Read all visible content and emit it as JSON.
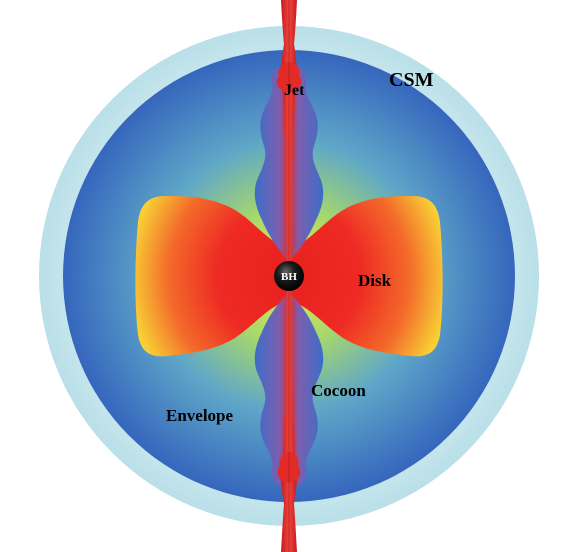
{
  "labels": {
    "csm": "CSM",
    "jet": "Jet",
    "disk": "Disk",
    "bh": "BH",
    "cocoon": "Cocoon",
    "envelope": "Envelope"
  },
  "colors": {
    "csm": "#cde9ef",
    "envelope_outer": "#3a6fc0",
    "envelope_inner": "#d8ec5a",
    "disk_core": "#ee2a24",
    "disk_edge": "#f7c430",
    "jet": "#e5332a",
    "cocoon": "#4a7ed0",
    "black_hole": "#111111"
  }
}
